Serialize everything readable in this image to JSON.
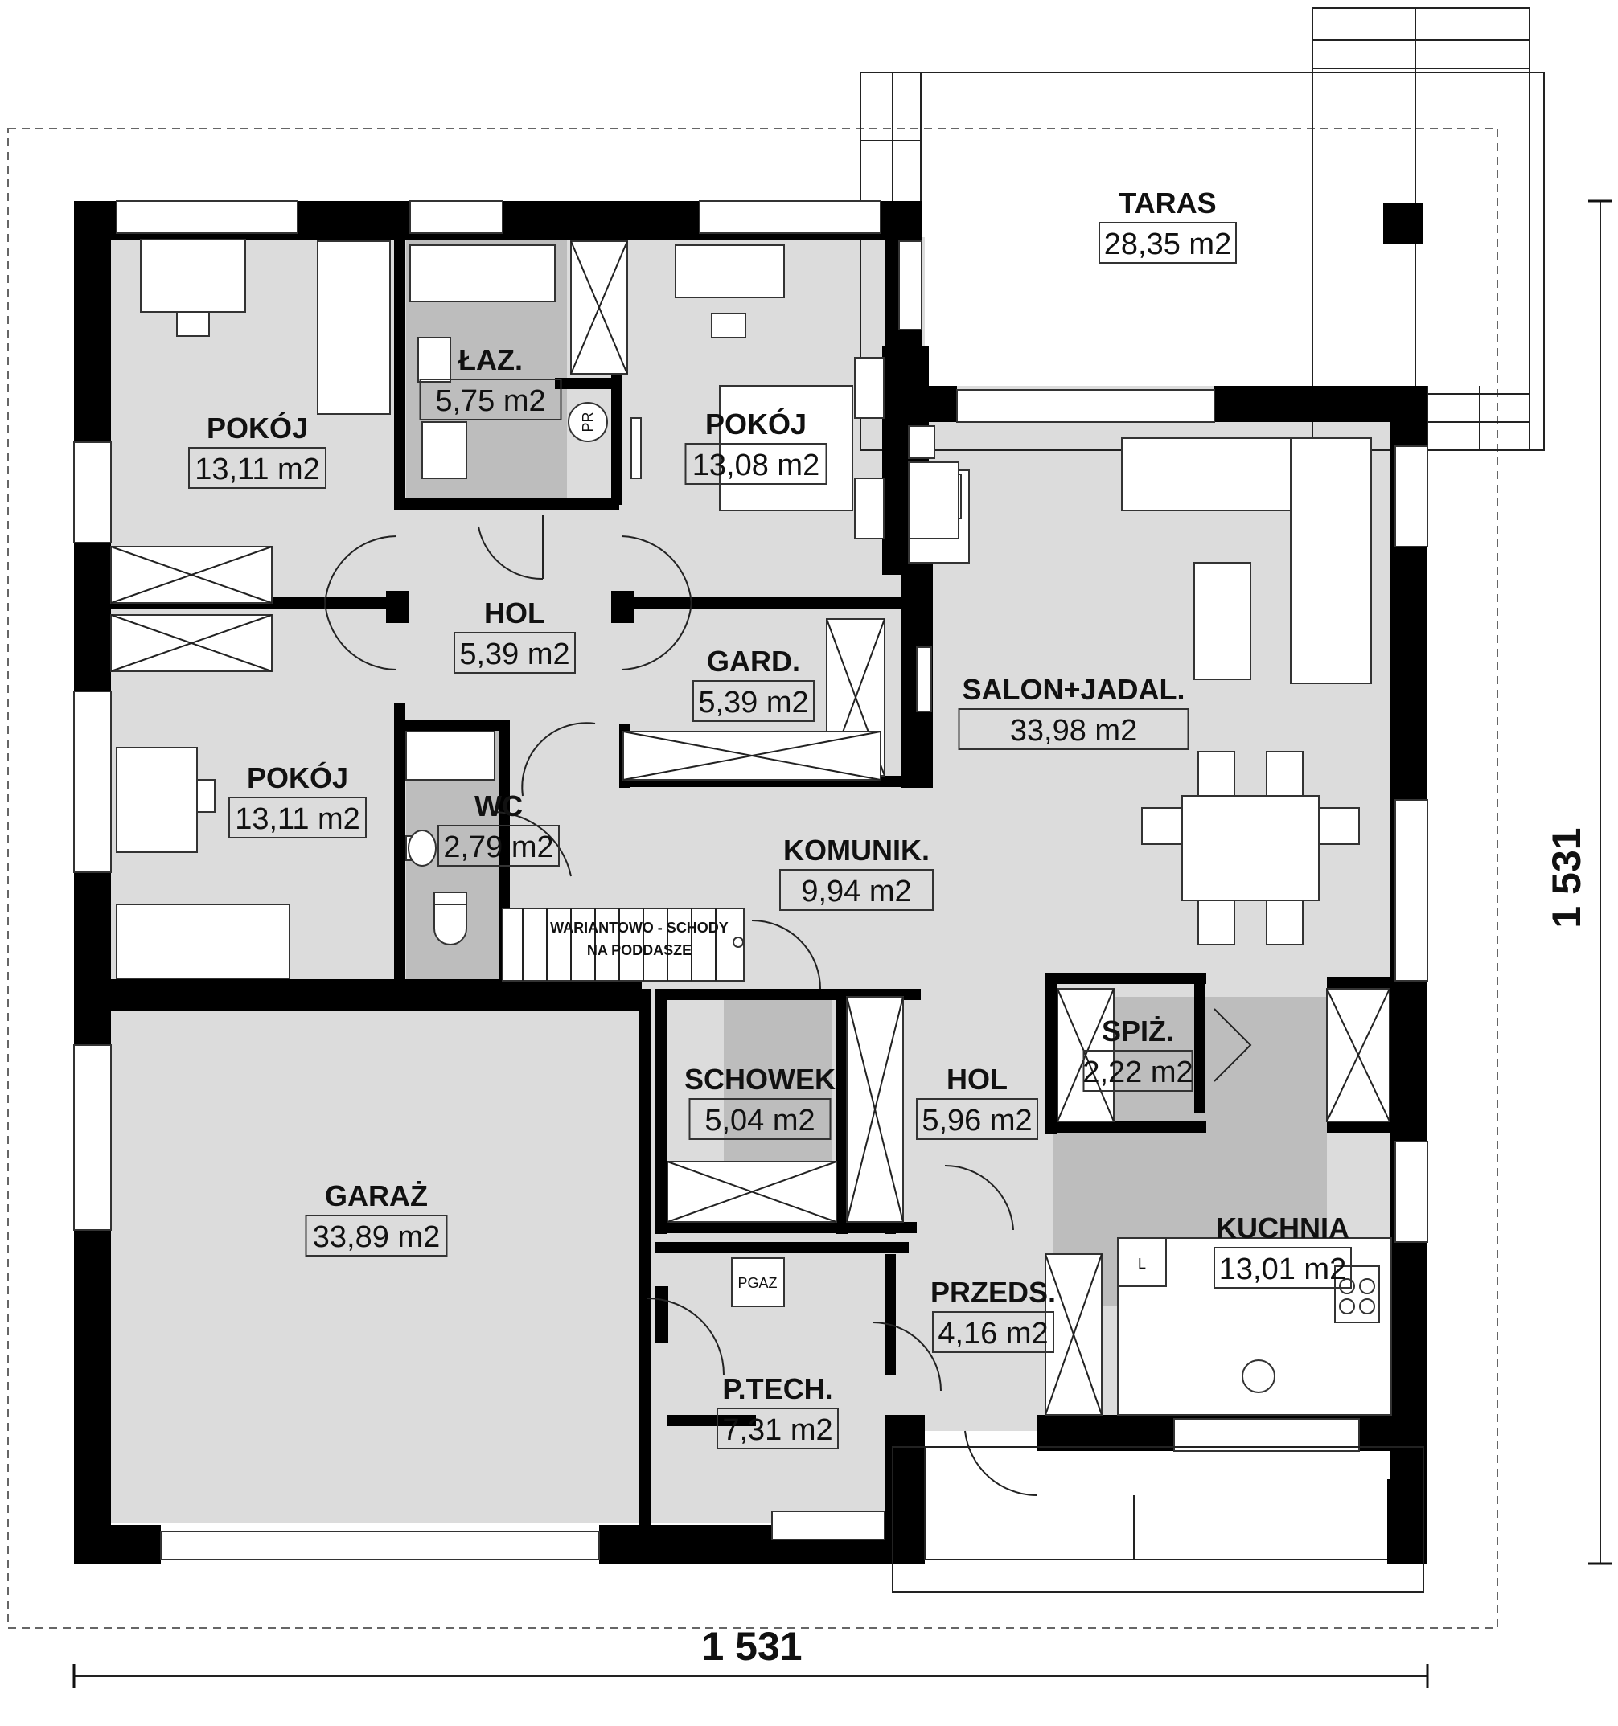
{
  "rooms": [
    {
      "key": "pokoj1",
      "name": "POKÓJ",
      "area": "13,11 m2"
    },
    {
      "key": "laz",
      "name": "ŁAZ.",
      "area": "5,75 m2"
    },
    {
      "key": "pokoj2",
      "name": "POKÓJ",
      "area": "13,08 m2"
    },
    {
      "key": "taras",
      "name": "TARAS",
      "area": "28,35 m2"
    },
    {
      "key": "hol1",
      "name": "HOL",
      "area": "5,39 m2"
    },
    {
      "key": "gard",
      "name": "GARD.",
      "area": "5,39 m2"
    },
    {
      "key": "salon",
      "name": "SALON+JADAL.",
      "area": "33,98 m2"
    },
    {
      "key": "pokoj3",
      "name": "POKÓJ",
      "area": "13,11 m2"
    },
    {
      "key": "wc",
      "name": "WC",
      "area": "2,79 m2"
    },
    {
      "key": "komunik",
      "name": "KOMUNIK.",
      "area": "9,94 m2"
    },
    {
      "key": "schowek",
      "name": "SCHOWEK",
      "area": "5,04 m2"
    },
    {
      "key": "hol2",
      "name": "HOL",
      "area": "5,96 m2"
    },
    {
      "key": "spiz",
      "name": "SPIŻ.",
      "area": "2,22 m2"
    },
    {
      "key": "garaz",
      "name": "GARAŻ",
      "area": "33,89 m2"
    },
    {
      "key": "kuchnia",
      "name": "KUCHNIA",
      "area": "13,01 m2"
    },
    {
      "key": "przeds",
      "name": "PRZEDS.",
      "area": "4,16 m2"
    },
    {
      "key": "ptech",
      "name": "P.TECH.",
      "area": "7,31 m2"
    }
  ],
  "stairs_note": [
    "WARIANTOWO - SCHODY",
    "NA PODDASZE"
  ],
  "symbols": {
    "pr": "PR",
    "pgaz": "PGAZ",
    "fridge": "L"
  },
  "dimensions": {
    "width": "1 531",
    "height": "1 531"
  }
}
